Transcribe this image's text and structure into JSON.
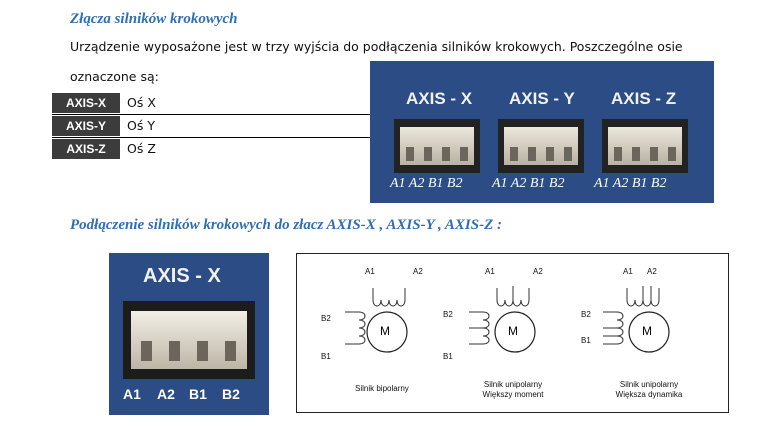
{
  "section1": {
    "title": "Złącza silników krokowych",
    "intro_line1": "Urządzenie wyposażone jest w trzy wyjścia do podłączenia silników krokowych. Poszczególne osie",
    "intro_line2": "oznaczone są:"
  },
  "axes_table": [
    {
      "label": "AXIS-X",
      "value": "Oś X"
    },
    {
      "label": "AXIS-Y",
      "value": "Oś Y"
    },
    {
      "label": "AXIS-Z",
      "value": "Oś Z"
    }
  ],
  "panel_top": {
    "connectors": [
      {
        "title": "AXIS - X",
        "pins": "A1 A2 B1 B2"
      },
      {
        "title": "AXIS - Y",
        "pins": "A1 A2 B1 B2"
      },
      {
        "title": "AXIS - Z",
        "pins": "A1 A2 B1 B2"
      }
    ]
  },
  "section2": {
    "title": "Podłączenie silników krokowych do złacz AXIS-X , AXIS-Y , AXIS-Z :"
  },
  "panel_single": {
    "title": "AXIS - X",
    "pins": [
      "A1",
      "A2",
      "B1",
      "B2"
    ]
  },
  "diagram": {
    "motor_letter": "M",
    "motors": [
      {
        "top_left": "A1",
        "top_right": "A2",
        "side_top": "B2",
        "side_bottom": "B1",
        "caption1": "Silnik bipolarny",
        "caption2": ""
      },
      {
        "top_left": "A1",
        "top_right": "A2",
        "side_top": "B2",
        "side_bottom": "B1",
        "caption1": "Silnik unipolarny",
        "caption2": "Większy moment"
      },
      {
        "top_left": "A1",
        "top_right": "A2",
        "side_top": "B2",
        "side_bottom": "B1",
        "caption1": "Silnik unipolarny",
        "caption2": "Większa dynamika"
      }
    ]
  },
  "colors": {
    "heading": "#2f6db5",
    "panel": "#2b4c84",
    "label_bg": "#3c3c3c"
  }
}
